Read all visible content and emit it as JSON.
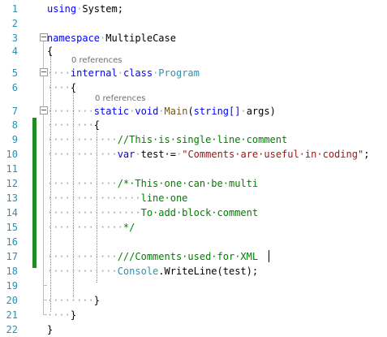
{
  "editor": {
    "line_numbers": [
      "1",
      "2",
      "3",
      "4",
      "5",
      "6",
      "7",
      "8",
      "9",
      "10",
      "11",
      "12",
      "13",
      "14",
      "15",
      "16",
      "17",
      "18",
      "19",
      "20",
      "21",
      "22"
    ],
    "code_lens": {
      "references_label": "0 references"
    },
    "tokens": {
      "using": "using",
      "system": "System;",
      "namespace": "namespace",
      "ns_name": "MultipleCase",
      "internal": "internal",
      "class": "class",
      "program": "Program",
      "static": "static",
      "void": "void",
      "main": "Main",
      "paren_open": "(",
      "string_arr": "string[]",
      "args": "args",
      "paren_close": ")",
      "open_brace": "{",
      "close_brace": "}",
      "comment_single": "//This·is·single·line·comment",
      "var": "var",
      "test_assign": "test·=",
      "string_literal": "\"Comments·are·useful·in·coding\"",
      "semicolon": ";",
      "block_comment_1": "/*·This·one·can·be·multi",
      "block_comment_2": "line·one",
      "block_comment_3": "To·add·block·comment",
      "block_comment_4": "*/",
      "xml_comment": "///Comments·used·for·XML",
      "console": "Console",
      "writeline": ".WriteLine(test);"
    },
    "change_bar_color": "#228b22"
  }
}
